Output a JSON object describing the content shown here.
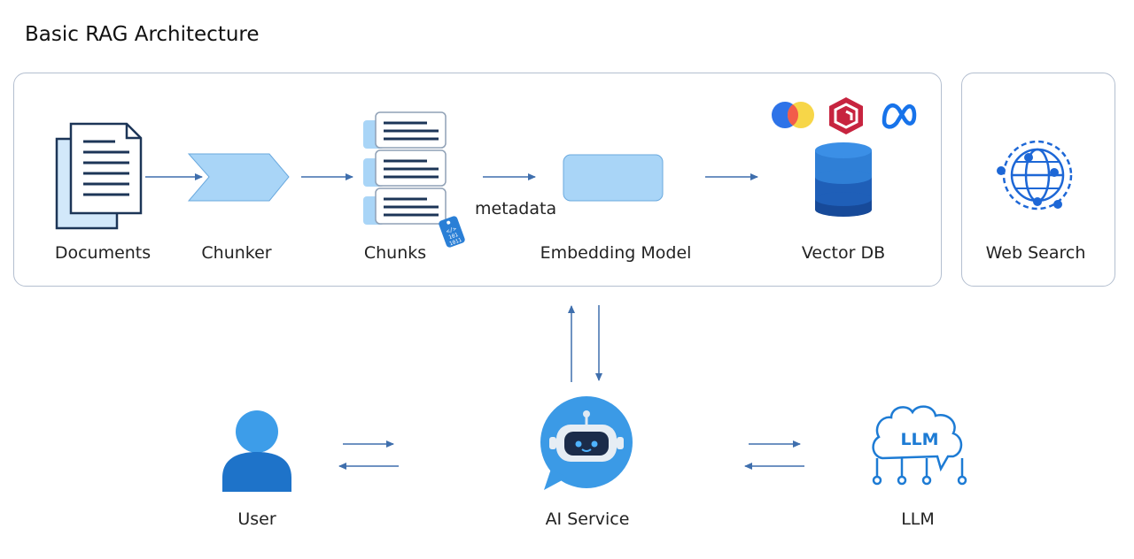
{
  "title": "Basic RAG Architecture",
  "pipeline": {
    "documents_label": "Documents",
    "chunker_label": "Chunker",
    "chunks_label": "Chunks",
    "metadata_label": "metadata",
    "embedding_label": "Embedding Model",
    "vectordb_label": "Vector DB"
  },
  "websearch_label": "Web Search",
  "bottom": {
    "user_label": "User",
    "ai_service_label": "AI Service",
    "llm_label": "LLM",
    "llm_icon_text": "LLM"
  },
  "colors": {
    "arrow": "#3f6fad",
    "panel_border": "#b4bfd0",
    "light_blue": "#a9d5f7",
    "db_top": "#2f7fd6",
    "db_mid": "#1f5fb8",
    "db_bottom": "#174a99",
    "user_blue": "#2e8de0",
    "ai_bubble": "#3b9ae6",
    "llm_blue": "#1d7bd4"
  }
}
